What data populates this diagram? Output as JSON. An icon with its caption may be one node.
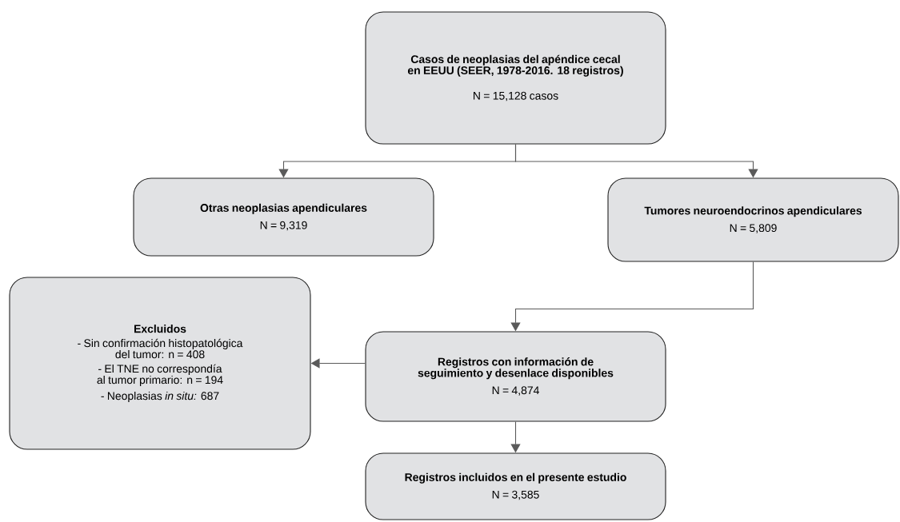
{
  "diagram": {
    "nodes": [
      {
        "text": [
          "Casos de neoplasias del apéndice cecal en EEUU (SEER, 1978-2016. 18 registros)",
          "N = 15,128 casos"
        ]
      },
      {
        "text": [
          "Otras neoplasias apendiculares",
          "N = 9,319"
        ]
      },
      {
        "text": [
          "Tumores neuroendocrinos apendiculares",
          "N = 5,809"
        ]
      },
      {
        "text": [
          "Excluidos",
          "- Sin confirmación histopatológica del tumor: n = 408",
          "- El TNE no correspondía al tumor primario: n = 194",
          "- Neoplasias *in situ:* 687"
        ]
      },
      {
        "text": [
          "Registros con información de seguimiento y desenlace disponibles",
          "N = 4,874"
        ]
      },
      {
        "text": [
          "Registros incluidos en el presente estudio",
          "N = 3,585"
        ]
      }
    ],
    "edges": [
      {
        "from": 0,
        "to": 1,
        "arrow": "to"
      },
      {
        "from": 0,
        "to": 2,
        "arrow": "to"
      },
      {
        "from": 2,
        "to": 4,
        "arrow": "to"
      },
      {
        "from": 4,
        "to": 3,
        "arrow": "to"
      },
      {
        "from": 4,
        "to": 5,
        "arrow": "to"
      }
    ]
  }
}
